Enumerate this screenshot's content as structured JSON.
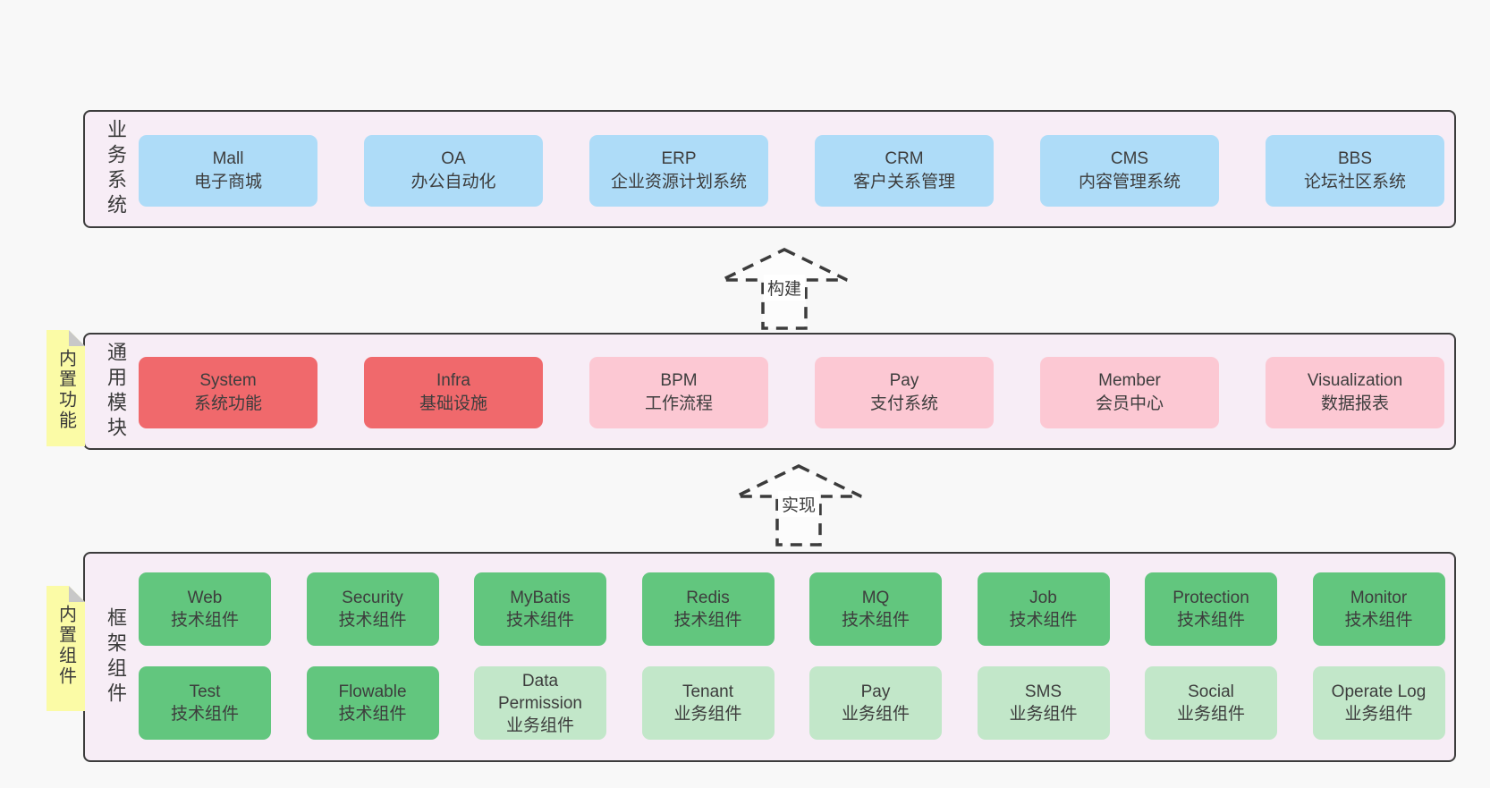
{
  "diagram": {
    "arrows": [
      {
        "label": "构建"
      },
      {
        "label": "实现"
      }
    ],
    "sections": {
      "business": {
        "label": "业务系统",
        "boxes": [
          {
            "title": "Mall",
            "subtitle": "电子商城",
            "variant": "blue"
          },
          {
            "title": "OA",
            "subtitle": "办公自动化",
            "variant": "blue"
          },
          {
            "title": "ERP",
            "subtitle": "企业资源计划系统",
            "variant": "blue"
          },
          {
            "title": "CRM",
            "subtitle": "客户关系管理",
            "variant": "blue"
          },
          {
            "title": "CMS",
            "subtitle": "内容管理系统",
            "variant": "blue"
          },
          {
            "title": "BBS",
            "subtitle": "论坛社区系统",
            "variant": "blue"
          }
        ]
      },
      "modules": {
        "label": "通用模块",
        "sticky": "内置功能",
        "boxes": [
          {
            "title": "System",
            "subtitle": "系统功能",
            "variant": "red"
          },
          {
            "title": "Infra",
            "subtitle": "基础设施",
            "variant": "red"
          },
          {
            "title": "BPM",
            "subtitle": "工作流程",
            "variant": "pink"
          },
          {
            "title": "Pay",
            "subtitle": "支付系统",
            "variant": "pink"
          },
          {
            "title": "Member",
            "subtitle": "会员中心",
            "variant": "pink"
          },
          {
            "title": "Visualization",
            "subtitle": "数据报表",
            "variant": "pink"
          }
        ]
      },
      "framework": {
        "label": "框架组件",
        "sticky": "内置组件",
        "rows": [
          [
            {
              "title": "Web",
              "subtitle": "技术组件",
              "variant": "green"
            },
            {
              "title": "Security",
              "subtitle": "技术组件",
              "variant": "green"
            },
            {
              "title": "MyBatis",
              "subtitle": "技术组件",
              "variant": "green"
            },
            {
              "title": "Redis",
              "subtitle": "技术组件",
              "variant": "green"
            },
            {
              "title": "MQ",
              "subtitle": "技术组件",
              "variant": "green"
            },
            {
              "title": "Job",
              "subtitle": "技术组件",
              "variant": "green"
            },
            {
              "title": "Protection",
              "subtitle": "技术组件",
              "variant": "green"
            },
            {
              "title": "Monitor",
              "subtitle": "技术组件",
              "variant": "green"
            }
          ],
          [
            {
              "title": "Test",
              "subtitle": "技术组件",
              "variant": "green"
            },
            {
              "title": "Flowable",
              "subtitle": "技术组件",
              "variant": "green"
            },
            {
              "title": "Data Permission",
              "subtitle": "业务组件",
              "variant": "lightgreen"
            },
            {
              "title": "Tenant",
              "subtitle": "业务组件",
              "variant": "lightgreen"
            },
            {
              "title": "Pay",
              "subtitle": "业务组件",
              "variant": "lightgreen"
            },
            {
              "title": "SMS",
              "subtitle": "业务组件",
              "variant": "lightgreen"
            },
            {
              "title": "Social",
              "subtitle": "业务组件",
              "variant": "lightgreen"
            },
            {
              "title": "Operate Log",
              "subtitle": "业务组件",
              "variant": "lightgreen"
            }
          ]
        ]
      }
    },
    "colors": {
      "page_bg": "#f8f8f8",
      "panel_bg": "#f7edf6",
      "border": "#3c3c3c",
      "blue": "#aedcf8",
      "red": "#f0696c",
      "pink": "#fcc8d3",
      "green": "#62c67e",
      "lightgreen": "#c2e7c9",
      "sticky": "#fbfba6",
      "fold": "#c8c8c8"
    }
  }
}
